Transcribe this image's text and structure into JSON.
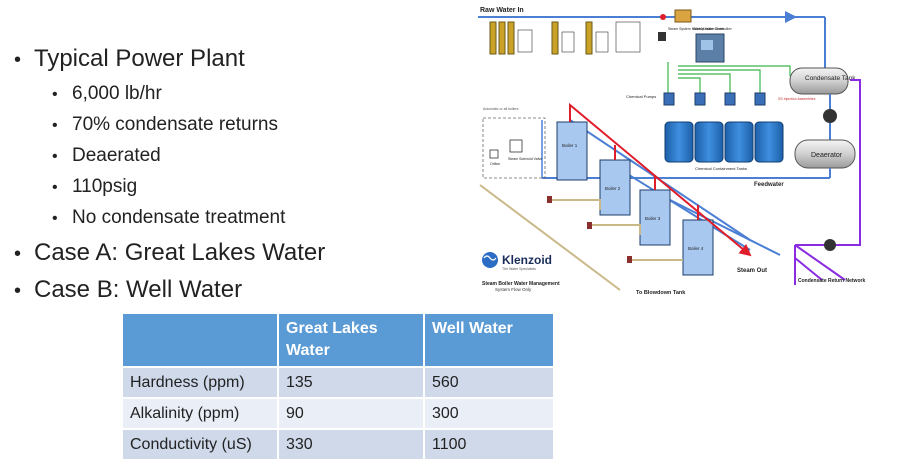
{
  "bullets": {
    "main1": "Typical Power Plant",
    "subs": [
      "6,000 lb/hr",
      "70% condensate returns",
      "Deaerated",
      "110psig",
      "No condensate treatment"
    ],
    "main2": "Case A: Great Lakes Water",
    "main3": "Case B: Well Water"
  },
  "table": {
    "headers": [
      "",
      "Great Lakes Water",
      "Well Water"
    ],
    "rows": [
      [
        "Hardness (ppm)",
        "135",
        "560"
      ],
      [
        "Alkalinity (ppm)",
        "90",
        "300"
      ],
      [
        "Conductivity (uS)",
        "330",
        "1100"
      ]
    ]
  },
  "diagram": {
    "raw_water_in": "Raw Water In",
    "steam_system_water_meter": "Steam System Makeup Water Meter",
    "webmaster_controller": "WebMaster Controller",
    "condensate_tank": "Condensate Tank",
    "chemical_pumps": "Chemical Pumps",
    "ss_injection_assemblies": "SS Injection Assemblies",
    "deaerator": "Deaerator",
    "chemical_containment_tanks": "Chemical Containment Tanks",
    "feedwater": "Feedwater",
    "automatic_all_boilers": "Automatic or all boilers",
    "orifice": "Orifice",
    "steam_solenoid_valve": "Steam Solenoid Valve",
    "boilers": [
      "Boiler 1",
      "Boiler 2",
      "Boiler 3",
      "Boiler 4"
    ],
    "steam_out": "Steam Out",
    "condensate_return_network": "Condensate Return Network",
    "logo": "Klenzoid",
    "logo_tagline": "The Water Specialists",
    "caption_title": "Steam Boiler Water Management",
    "caption_sub": "System Flow Only",
    "to_blowdown_tank": "To Blowdown Tank"
  },
  "colors": {
    "table_header": "#5b9bd5",
    "row_dark": "#cfd9ea",
    "row_light": "#e9eef7",
    "steam_line": "#e01d2a",
    "water_line": "#4a7fd4",
    "return_line": "#8a2be2",
    "blowdown_line": "#c9b888",
    "chem_line": "#3ab54a"
  }
}
